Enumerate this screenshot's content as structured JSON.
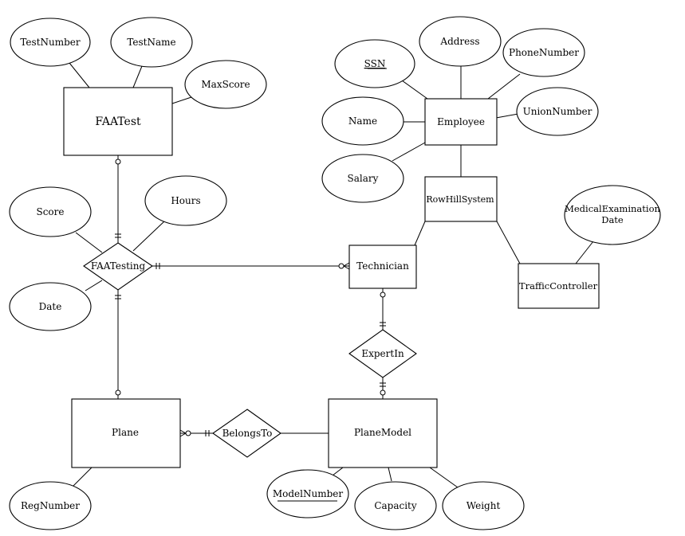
{
  "entities": [
    {
      "id": "faatest",
      "label": "FAATest"
    },
    {
      "id": "employee",
      "label": "Employee"
    },
    {
      "id": "rowhillsystem",
      "label": "RowHillSystem"
    },
    {
      "id": "technician",
      "label": "Technician"
    },
    {
      "id": "trafficcontroller",
      "label": "TrafficController"
    },
    {
      "id": "plane",
      "label": "Plane"
    },
    {
      "id": "planemodel",
      "label": "PlaneModel"
    }
  ],
  "relationships": [
    {
      "id": "faatesting",
      "label": "FAATesting"
    },
    {
      "id": "expertin",
      "label": "ExpertIn"
    },
    {
      "id": "belongsto",
      "label": "BelongsTo"
    }
  ],
  "attributes": [
    {
      "id": "testnumber",
      "label": "TestNumber",
      "key": false
    },
    {
      "id": "testname",
      "label": "TestName",
      "key": false
    },
    {
      "id": "maxscore",
      "label": "MaxScore",
      "key": false
    },
    {
      "id": "ssn",
      "label": "SSN",
      "key": true
    },
    {
      "id": "address",
      "label": "Address",
      "key": false
    },
    {
      "id": "phonenumber",
      "label": "PhoneNumber",
      "key": false
    },
    {
      "id": "unionnumber",
      "label": "UnionNumber",
      "key": false
    },
    {
      "id": "name",
      "label": "Name",
      "key": false
    },
    {
      "id": "salary",
      "label": "Salary",
      "key": false
    },
    {
      "id": "medical",
      "label": [
        "MedicalExamination",
        "Date"
      ],
      "key": false
    },
    {
      "id": "score",
      "label": "Score",
      "key": false
    },
    {
      "id": "hours",
      "label": "Hours",
      "key": false
    },
    {
      "id": "date",
      "label": "Date",
      "key": false
    },
    {
      "id": "regnumber",
      "label": "RegNumber",
      "key": false
    },
    {
      "id": "modelnumber",
      "label": "ModelNumber",
      "key": true
    },
    {
      "id": "capacity",
      "label": "Capacity",
      "key": false
    },
    {
      "id": "weight",
      "label": "Weight",
      "key": false
    }
  ]
}
